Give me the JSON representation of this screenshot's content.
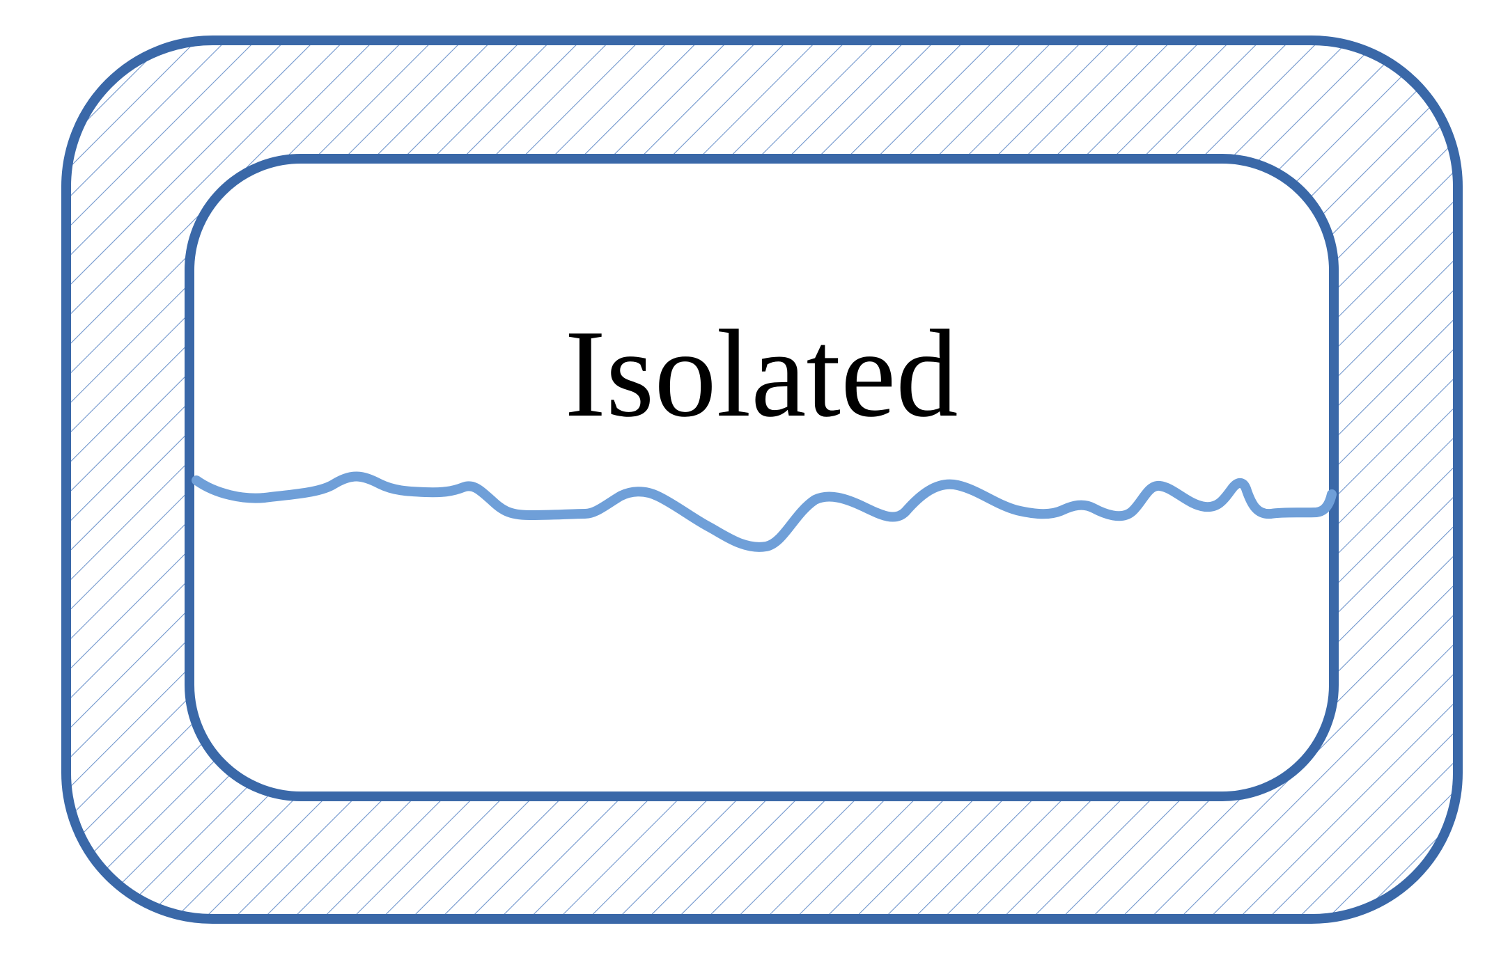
{
  "diagram": {
    "label": "Isolated",
    "colors": {
      "border": "#3a68a8",
      "hatch": "#6f95cc",
      "wave": "#6f9fd8",
      "text": "#000000",
      "background": "#ffffff"
    },
    "regions": {
      "outer": "hatched-boundary",
      "inner": "isolated-system",
      "divider": "wavy-line"
    }
  }
}
